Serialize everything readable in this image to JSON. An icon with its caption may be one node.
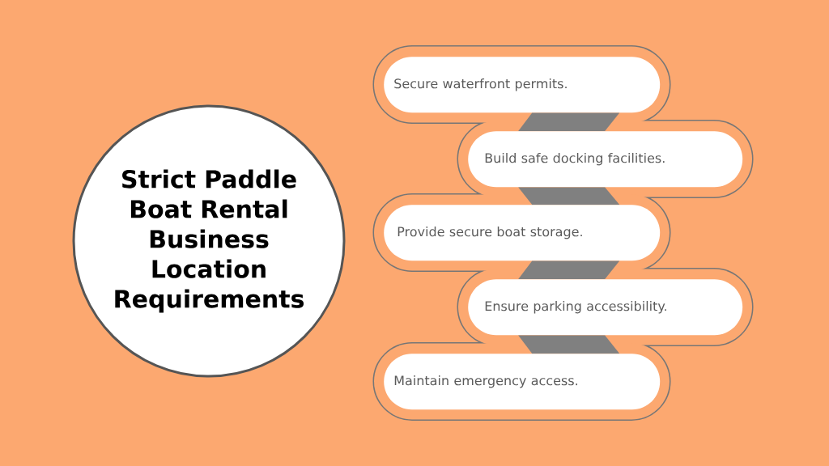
{
  "diagram": {
    "nodes": [
      {
        "text": [
          "Strict Paddle Boat Rental Business Location Requirements"
        ]
      },
      {
        "text": [
          "Secure waterfront permits."
        ]
      },
      {
        "text": [
          "Build safe docking facilities."
        ]
      },
      {
        "text": [
          "Provide secure boat storage."
        ]
      },
      {
        "text": [
          "Ensure parking accessibility."
        ]
      },
      {
        "text": [
          "Maintain emergency access."
        ]
      }
    ],
    "edges": [
      {
        "from": 1,
        "to": 2,
        "arrow": "none"
      },
      {
        "from": 2,
        "to": 3,
        "arrow": "none"
      },
      {
        "from": 3,
        "to": 4,
        "arrow": "none"
      },
      {
        "from": 4,
        "to": 5,
        "arrow": "none"
      }
    ]
  }
}
